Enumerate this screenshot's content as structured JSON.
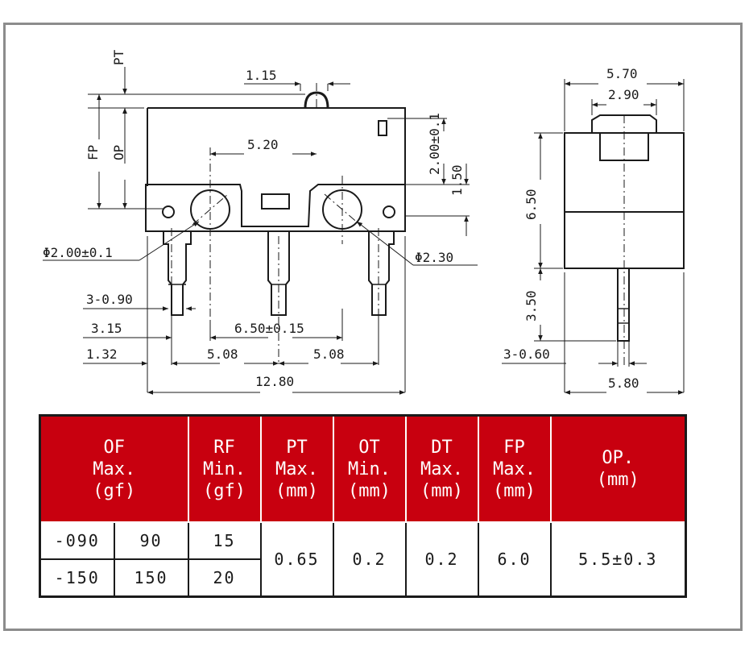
{
  "colors": {
    "header_bg": "#c8000f",
    "header_text": "#ffffff",
    "line": "#1a1a1a",
    "frame": "#8c8c8c"
  },
  "drawing": {
    "pt": "PT",
    "fp": "FP",
    "op": "OP",
    "dim_1_15": "1.15",
    "dim_5_20": "5.20",
    "dim_2_00_tol": "2.00±0.1",
    "dim_1_50": "1.50",
    "dim_phi_2_00": "Φ2.00±0.1",
    "dim_phi_2_30": "Φ2.30",
    "dim_3_0_90": "3-0.90",
    "dim_3_15": "3.15",
    "dim_6_50_tol": "6.50±0.15",
    "dim_1_32": "1.32",
    "dim_5_08_a": "5.08",
    "dim_5_08_b": "5.08",
    "dim_12_80": "12.80",
    "dim_5_70": "5.70",
    "dim_2_90": "2.90",
    "dim_6_50": "6.50",
    "dim_3_50": "3.50",
    "dim_3_0_60": "3-0.60",
    "dim_5_80": "5.80"
  },
  "table": {
    "headers": [
      [
        "OF",
        "Max.",
        "(gf)"
      ],
      [
        "RF",
        "Min.",
        "(gf)"
      ],
      [
        "PT",
        "Max.",
        "(mm)"
      ],
      [
        "OT",
        "Min.",
        "(mm)"
      ],
      [
        "DT",
        "Max.",
        "(mm)"
      ],
      [
        "FP",
        "Max.",
        "(mm)"
      ],
      [
        "OP.",
        "(mm)"
      ]
    ],
    "rows": [
      {
        "model": "-090",
        "of": "90",
        "rf": "15"
      },
      {
        "model": "-150",
        "of": "150",
        "rf": "20"
      }
    ],
    "shared": {
      "pt": "0.65",
      "ot": "0.2",
      "dt": "0.2",
      "fp": "6.0",
      "op": "5.5±0.3"
    }
  }
}
